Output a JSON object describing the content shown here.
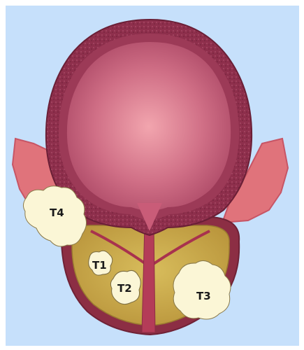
{
  "labels": {
    "t1": "T1",
    "t2": "T2",
    "t3": "T3",
    "t4": "T4"
  },
  "colors": {
    "background": "#c6e0fb",
    "frame": "#ffffff",
    "bladder_wall": "#8e2f4c",
    "bladder_lumen": "#c95c78",
    "seminal_vesicles": "#e0737b",
    "prostate": "#c9a94a",
    "prostate_capsule": "#8c2e44",
    "urethra": "#b43c58",
    "tumor": "#fbf6d6"
  }
}
